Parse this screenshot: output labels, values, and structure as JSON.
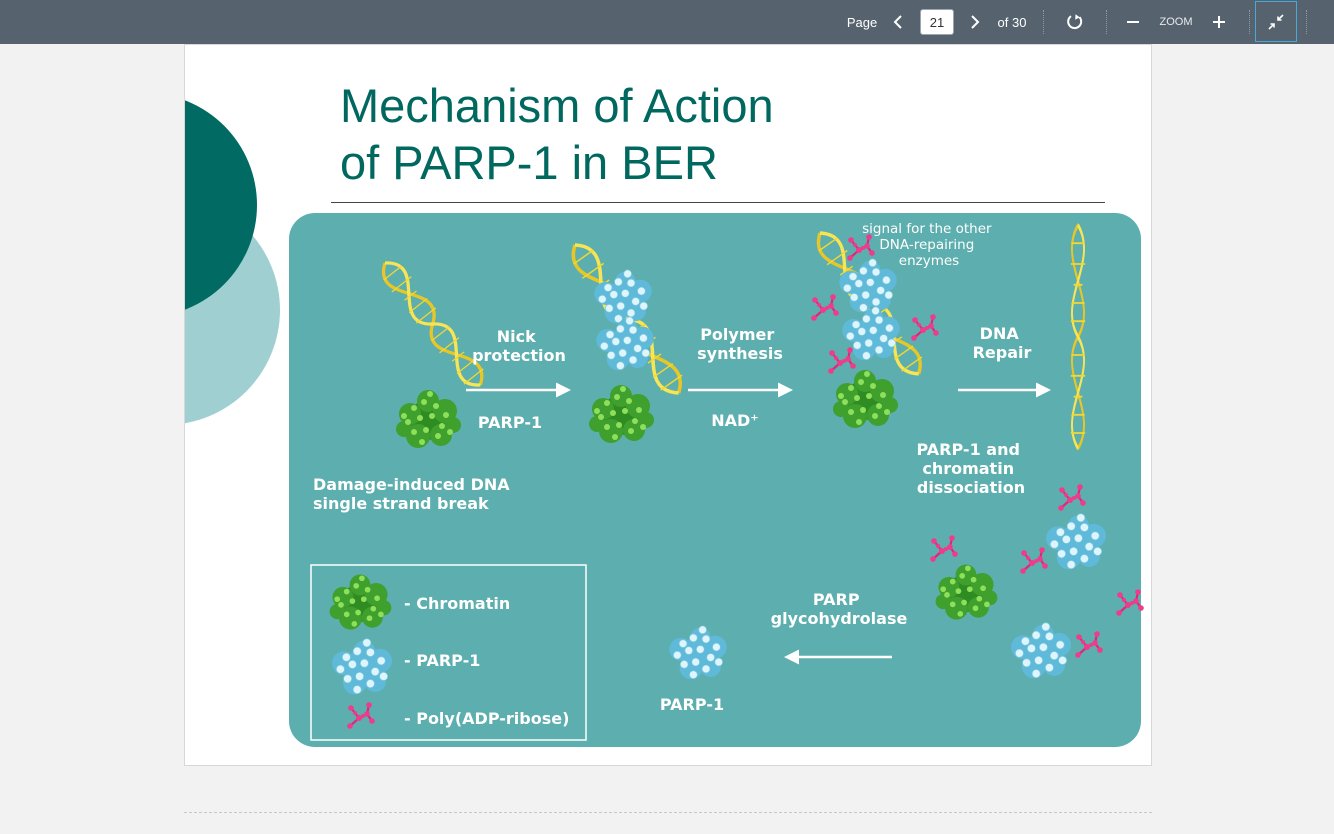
{
  "toolbar": {
    "page_label": "Page",
    "current_page": "21",
    "of_total": "of 30",
    "zoom_label": "ZOOM"
  },
  "slide": {
    "title_line1": "Mechanism of Action",
    "title_line2": "of PARP-1 in BER"
  },
  "diagram": {
    "signal_text": [
      "signal for the other",
      "DNA-repairing",
      "enzymes"
    ],
    "step_nick": [
      "Nick",
      "protection"
    ],
    "step_polymer": [
      "Polymer",
      "synthesis"
    ],
    "step_dna_repair": [
      "DNA",
      "Repair"
    ],
    "label_parp1": "PARP-1",
    "label_nad": "NAD⁺",
    "label_dissociation": [
      "PARP-1 and",
      "chromatin",
      "dissociation"
    ],
    "label_damage": [
      "Damage-induced DNA",
      "single strand break"
    ],
    "label_glycohydrolase": [
      "PARP",
      "glycohydrolase"
    ],
    "label_parp1_bottom": "PARP-1",
    "legend": {
      "chromatin": "- Chromatin",
      "parp1": "- PARP-1",
      "poly": "- Poly(ADP-ribose)"
    }
  },
  "colors": {
    "toolbar_bg": "#56636f",
    "title": "#00685f",
    "panel_bg": "#5daeae",
    "dna": "#f2d832",
    "chromatin": "#3fa02e",
    "parp": "#8fd6ee",
    "poly": "#e0267a"
  }
}
